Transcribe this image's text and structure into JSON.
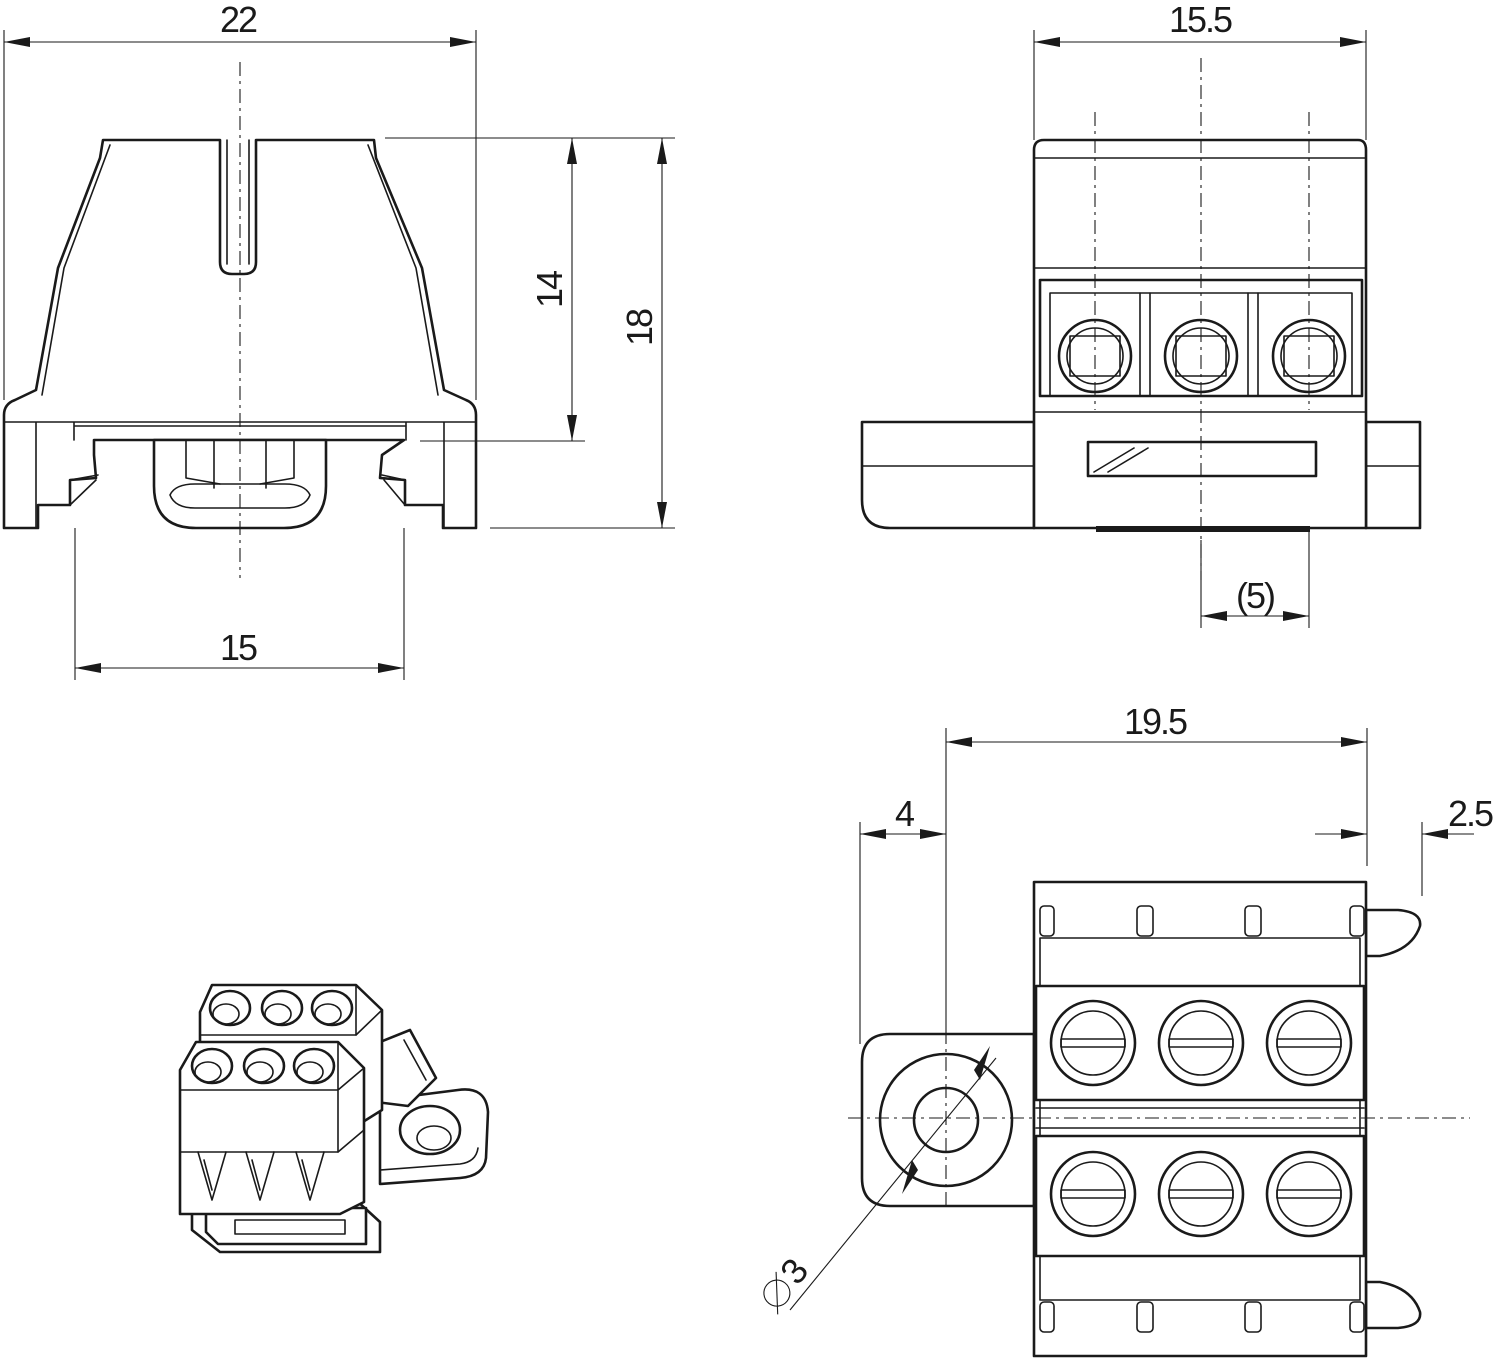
{
  "drawing": {
    "front_view": {
      "width_overall": "22",
      "width_base": "15",
      "height_body": "14",
      "height_overall": "18"
    },
    "side_view": {
      "width": "15.5",
      "pitch": "(5)"
    },
    "top_view": {
      "length": "19.5",
      "mount_offset": "4",
      "overhang": "2.5",
      "hole_diameter": "3"
    }
  }
}
